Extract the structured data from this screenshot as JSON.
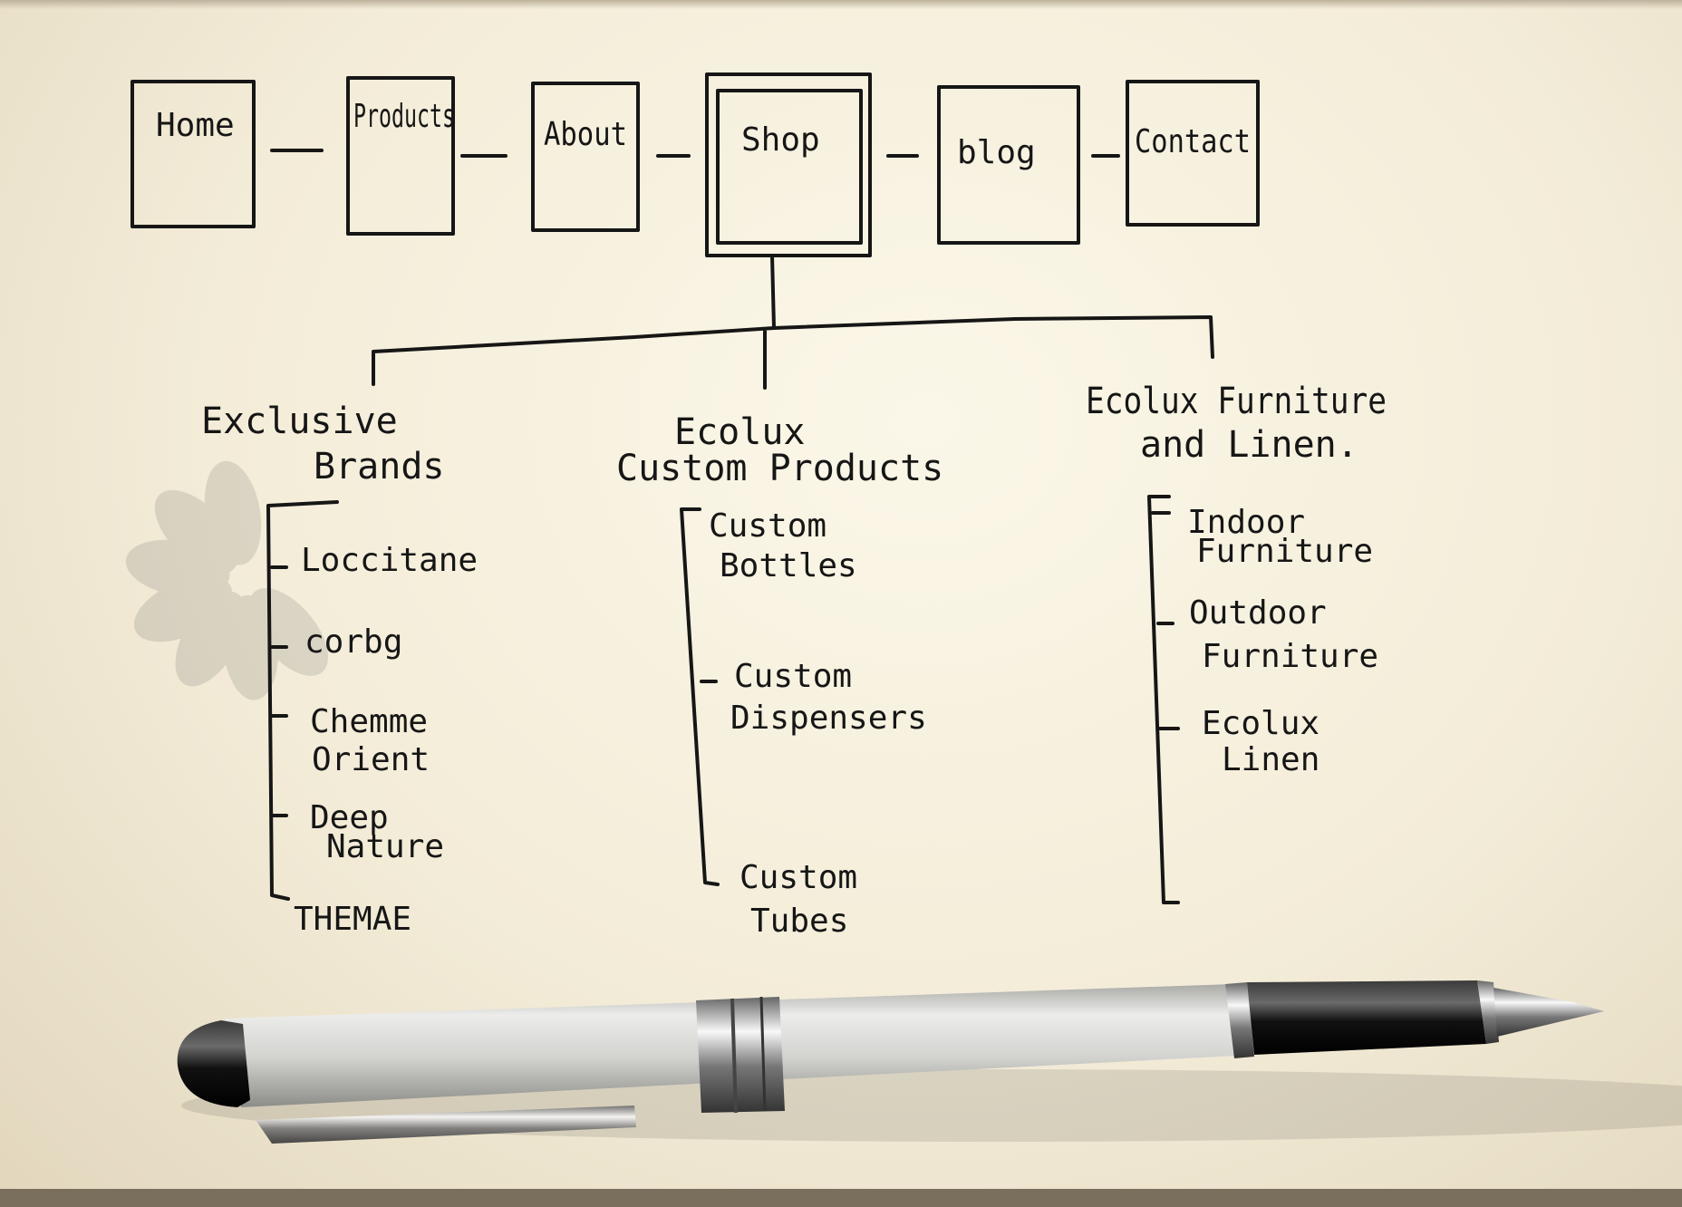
{
  "nav": [
    {
      "key": "home",
      "label": "Home"
    },
    {
      "key": "products",
      "label": "Products"
    },
    {
      "key": "about",
      "label": "About"
    },
    {
      "key": "shop",
      "label": "Shop",
      "selected": true
    },
    {
      "key": "blog",
      "label": "blog"
    },
    {
      "key": "contact",
      "label": "Contact"
    }
  ],
  "branches": [
    {
      "title": [
        "Exclusive",
        "Brands"
      ],
      "items": [
        [
          "Loccitane"
        ],
        [
          "corbg"
        ],
        [
          "Chemme",
          "Orient"
        ],
        [
          "Deep",
          "Nature"
        ],
        [
          "THEMAE"
        ]
      ]
    },
    {
      "title": [
        "Ecolux",
        "Custom Products"
      ],
      "items": [
        [
          "Custom",
          "Bottles"
        ],
        [
          "Custom",
          "Dispensers"
        ],
        [
          "Custom",
          "Tubes"
        ]
      ]
    },
    {
      "title": [
        "Ecolux Furniture",
        "and Linen."
      ],
      "items": [
        [
          "Indoor",
          "Furniture"
        ],
        [
          "Outdoor",
          "Furniture"
        ],
        [
          "Ecolux",
          "Linen"
        ]
      ]
    }
  ],
  "colors": {
    "ink": "#161616",
    "paper": "#f6f0dd",
    "pen_body": "#d9d9d6",
    "pen_black": "#1a1a1a"
  },
  "decorations": {
    "logo_watermark": "flower-logo-icon",
    "pen": "pen-icon"
  }
}
